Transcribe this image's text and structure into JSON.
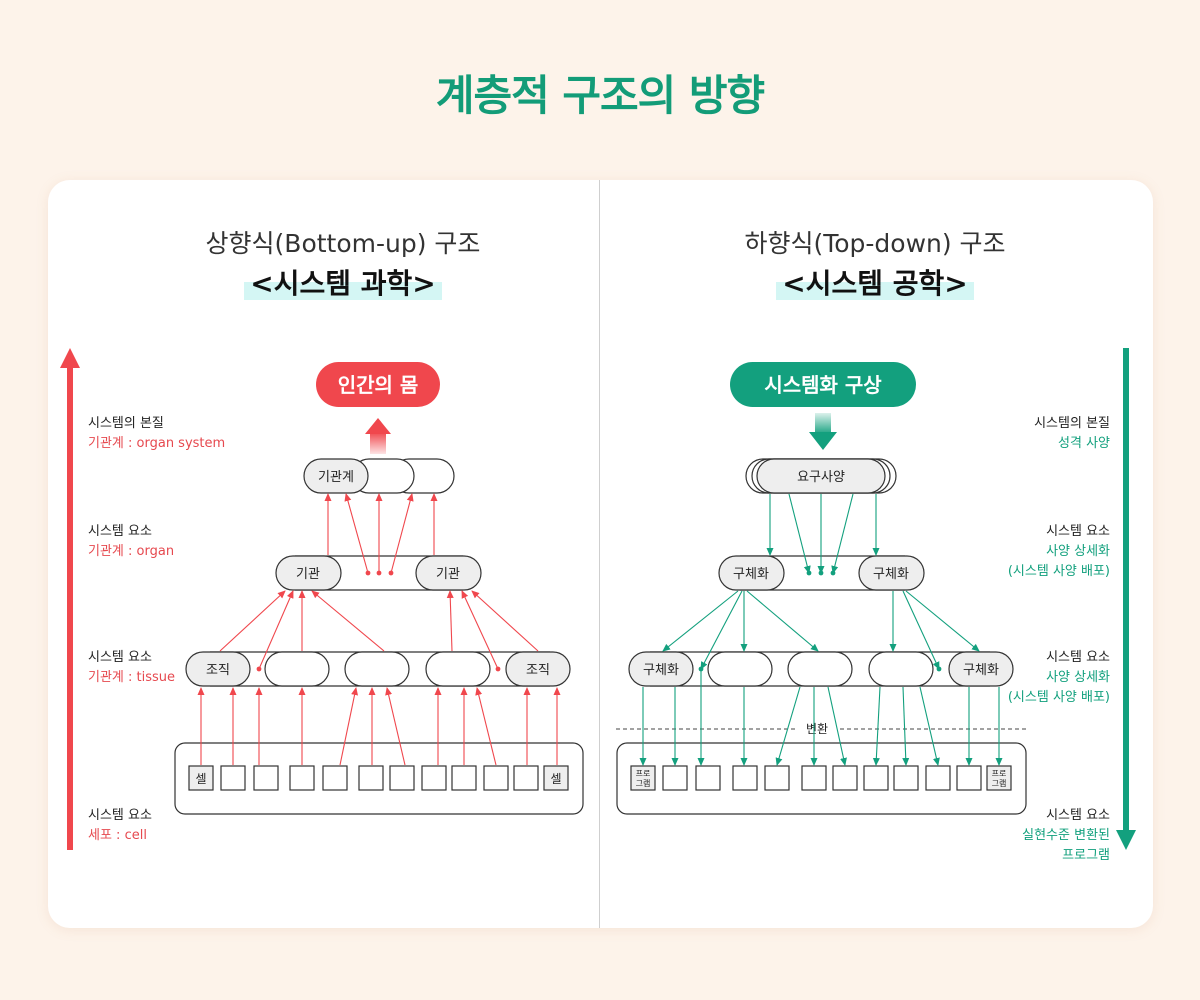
{
  "title": "계층적 구조의 방향",
  "left": {
    "subtitle": "상향식(Bottom-up) 구조",
    "heading": "<시스템 과학>",
    "top_node": "인간의 몸",
    "organ_system": "기관계",
    "organ": "기관",
    "tissue": "조직",
    "cell": "셀",
    "labels": [
      {
        "key": "시스템의 본질",
        "value": "기관계 : organ system"
      },
      {
        "key": "시스템 요소",
        "value": "기관계 : organ"
      },
      {
        "key": "시스템 요소",
        "value": "기관계 : tissue"
      },
      {
        "key": "시스템 요소",
        "value": "세포 : cell"
      }
    ]
  },
  "right": {
    "subtitle": "하향식(Top-down) 구조",
    "heading": "<시스템 공학>",
    "top_node": "시스템화 구상",
    "requirement": "요구사양",
    "detail": "구체화",
    "transform": "변환",
    "program_line1": "프로",
    "program_line2": "그램",
    "labels": [
      {
        "key": "시스템의 본질",
        "value1": "성격 사양",
        "value2": ""
      },
      {
        "key": "시스템 요소",
        "value1": "사양 상세화",
        "value2": "(시스템 사양 배포)"
      },
      {
        "key": "시스템 요소",
        "value1": "사양 상세화",
        "value2": "(시스템 사양 배포)"
      },
      {
        "key": "시스템 요소",
        "value1": "실현수준 변환된",
        "value2": "프로그램"
      }
    ]
  },
  "colors": {
    "red": "#f0474d",
    "green": "#13a07e",
    "title": "#139c78"
  }
}
